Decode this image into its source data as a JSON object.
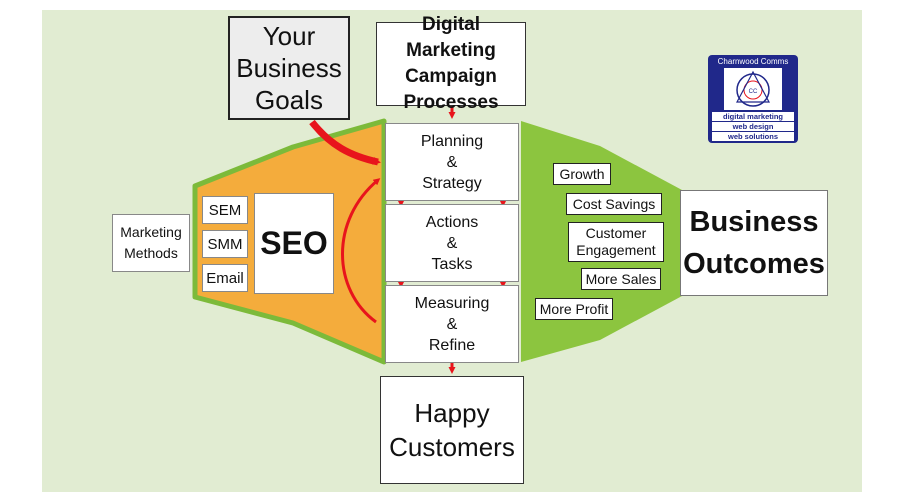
{
  "diagram": {
    "your_goals": "Your\nBusiness\nGoals",
    "campaign_title": "Digital Marketing\nCampaign\nProcesses",
    "processes": [
      "Planning\n&\nStrategy",
      "Actions\n&\nTasks",
      "Measuring\n&\nRefine"
    ],
    "happy_customers": "Happy\nCustomers",
    "marketing_methods_label": "Marketing\nMethods",
    "methods": [
      "SEM",
      "SMM",
      "Email"
    ],
    "seo": "SEO",
    "business_outcomes": "Business\nOutcomes",
    "outcomes": [
      "Growth",
      "Cost Savings",
      "Customer\nEngagement",
      "More Sales",
      "More Profit"
    ],
    "logo": {
      "name": "Charnwood Comms",
      "lines": [
        "digital marketing",
        "web design",
        "web solutions"
      ]
    }
  },
  "colors": {
    "background": "#e1ecd2",
    "left_fill": "#f4ac3c",
    "right_fill": "#8cc53f",
    "border_green": "#7cba3a",
    "arrow_red": "#e8141c",
    "logo_blue": "#20288a"
  }
}
